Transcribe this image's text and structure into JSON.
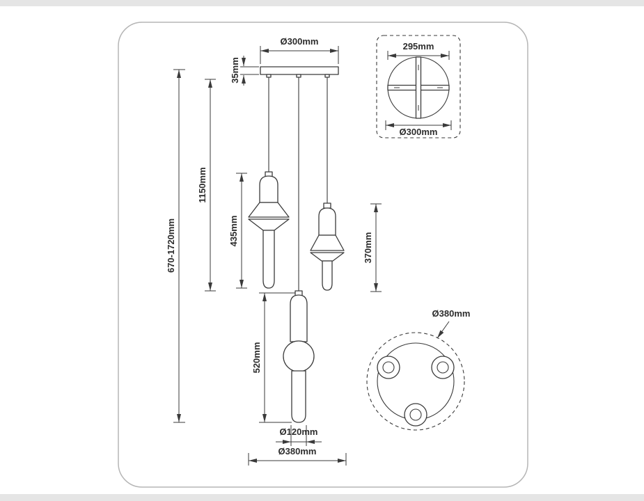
{
  "colors": {
    "line": "#3a3a3a",
    "frame_border": "#b5b5b5",
    "page_margin": "#e5e5e5"
  },
  "dimensions": {
    "canopy_width": "Ø300mm",
    "canopy_height": "35mm",
    "overall_height": "670-1720mm",
    "cord_length": "1150mm",
    "pendant_left_height": "435mm",
    "pendant_right_height": "370mm",
    "pendant_center_height": "520mm",
    "tube_diameter": "Ø120mm",
    "fixture_width": "Ø380mm",
    "plate_detail_width": "295mm",
    "plate_detail_diameter": "Ø300mm",
    "top_view_diameter": "Ø380mm"
  }
}
